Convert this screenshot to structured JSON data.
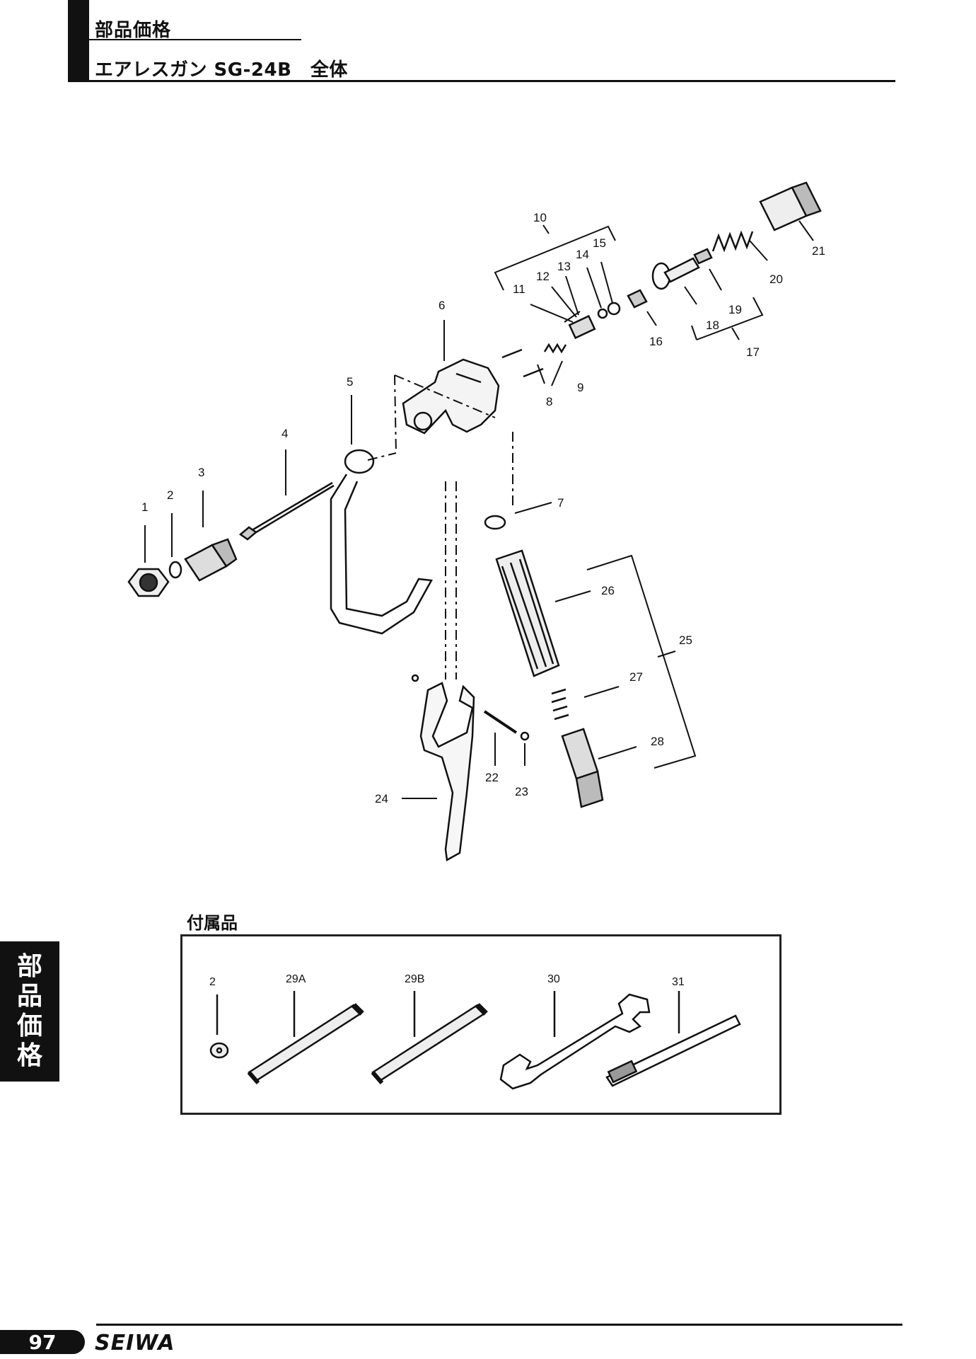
{
  "header": {
    "section": "部品価格",
    "title": "エアレスガン SG-24B　全体"
  },
  "side_tab": [
    "部",
    "品",
    "価",
    "格"
  ],
  "diagram": {
    "part_labels": [
      "1",
      "2",
      "3",
      "4",
      "5",
      "6",
      "7",
      "8",
      "9",
      "10",
      "11",
      "12",
      "13",
      "14",
      "15",
      "16",
      "17",
      "18",
      "19",
      "20",
      "21",
      "22",
      "23",
      "24",
      "25",
      "26",
      "27",
      "28"
    ]
  },
  "accessories": {
    "title": "付属品",
    "labels": [
      "2",
      "29A",
      "29B",
      "30",
      "31"
    ]
  },
  "footer": {
    "page_number": "97",
    "brand": "SEIWA"
  }
}
